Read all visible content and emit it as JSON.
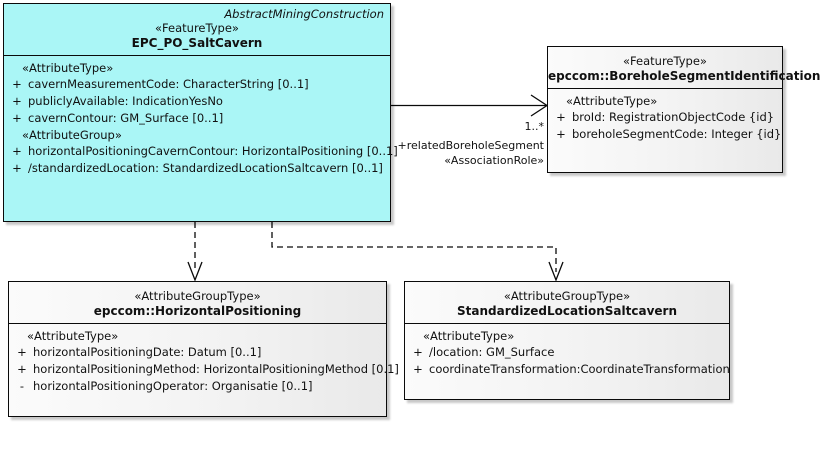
{
  "diagram": {
    "type": "uml-class-diagram",
    "colors": {
      "featuretype_fill": "#AAF6F6",
      "attributegrouptype_fill": "#F4F4F4",
      "line": "#0A0A0A"
    }
  },
  "classes": {
    "salt_cavern": {
      "package": "AbstractMiningConstruction",
      "stereotype": "«FeatureType»",
      "name": "EPC_PO_SaltCavern",
      "groups": [
        {
          "label": "«AttributeType»",
          "attributes": [
            {
              "visibility": "+",
              "text": "cavernMeasurementCode: CharacterString [0..1]"
            },
            {
              "visibility": "+",
              "text": "publiclyAvailable: IndicationYesNo"
            },
            {
              "visibility": "+",
              "text": "cavernContour: GM_Surface [0..1]"
            }
          ]
        },
        {
          "label": "«AttributeGroup»",
          "attributes": [
            {
              "visibility": "+",
              "text": "horizontalPositioningCavernContour: HorizontalPositioning [0..1]"
            },
            {
              "visibility": "+",
              "text": "/standardizedLocation: StandardizedLocationSaltcavern [0..1]"
            }
          ]
        }
      ]
    },
    "borehole_segment_identification": {
      "stereotype": "«FeatureType»",
      "name": "epccom::BoreholeSegmentIdentification",
      "groups": [
        {
          "label": "«AttributeType»",
          "attributes": [
            {
              "visibility": "+",
              "text": "broId: RegistrationObjectCode {id}"
            },
            {
              "visibility": "+",
              "text": "boreholeSegmentCode: Integer {id}"
            }
          ]
        }
      ]
    },
    "horizontal_positioning": {
      "stereotype": "«AttributeGroupType»",
      "name": "epccom::HorizontalPositioning",
      "groups": [
        {
          "label": "«AttributeType»",
          "attributes": [
            {
              "visibility": "+",
              "text": "horizontalPositioningDate: Datum [0..1]"
            },
            {
              "visibility": "+",
              "text": "horizontalPositioningMethod: HorizontalPositioningMethod [0.1]"
            },
            {
              "visibility": "-",
              "text": "horizontalPositioningOperator: Organisatie [0..1]"
            }
          ]
        }
      ]
    },
    "standardized_location_saltcavern": {
      "stereotype": "«AttributeGroupType»",
      "name": "StandardizedLocationSaltcavern",
      "groups": [
        {
          "label": "«AttributeType»",
          "attributes": [
            {
              "visibility": "+",
              "text": "/location: GM_Surface"
            },
            {
              "visibility": "+",
              "text": "coordinateTransformation:CoordinateTransformation"
            }
          ]
        }
      ]
    }
  },
  "connectors": {
    "association_borehole": {
      "kind": "association",
      "multiplicity": "1..*",
      "role": "+relatedBoreholeSegment",
      "stereotype": "«AssociationRole»",
      "from": "EPC_PO_SaltCavern",
      "to": "epccom::BoreholeSegmentIdentification"
    },
    "dependency_horizontal_positioning": {
      "kind": "dependency",
      "from": "EPC_PO_SaltCavern",
      "to": "epccom::HorizontalPositioning"
    },
    "dependency_standardized_location": {
      "kind": "dependency",
      "from": "EPC_PO_SaltCavern",
      "to": "StandardizedLocationSaltcavern"
    }
  }
}
